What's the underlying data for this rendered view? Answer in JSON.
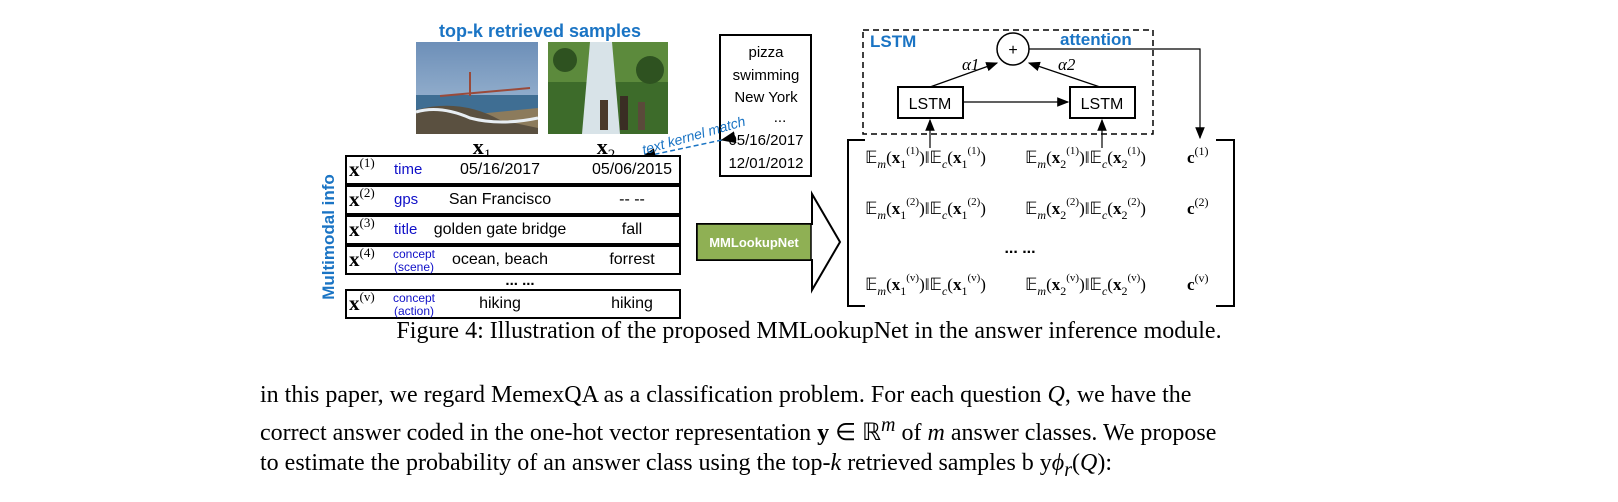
{
  "figure": {
    "samples_title": "top-k retrieved samples",
    "sample_labels": [
      "x",
      "x"
    ],
    "sample_subs": [
      "1",
      "2"
    ],
    "text_box_lines": [
      "pizza",
      "swimming",
      "New York",
      "...",
      "05/16/2017",
      "12/01/2012"
    ],
    "match_label": "text kernel match",
    "side_label": "Multimodal info",
    "rows": [
      {
        "sup": "(1)",
        "field": "time",
        "field2": "",
        "v1": "05/16/2017",
        "v2": "05/06/2015"
      },
      {
        "sup": "(2)",
        "field": "gps",
        "field2": "",
        "v1": "San Francisco",
        "v2": "-- --"
      },
      {
        "sup": "(3)",
        "field": "title",
        "field2": "",
        "v1": "golden gate bridge",
        "v2": "fall"
      },
      {
        "sup": "(4)",
        "field": "concept",
        "field2": "(scene)",
        "v1": "ocean, beach",
        "v2": "forrest"
      },
      {
        "sup": "(v)",
        "field": "concept",
        "field2": "(action)",
        "v1": "hiking",
        "v2": "hiking"
      }
    ],
    "rows_ellipsis": "... ...",
    "mmlookup_label": "MMLookupNet",
    "lstm_box_title": "LSTM",
    "attention_label": "attention",
    "plus_symbol": "+",
    "lstm_cell_label": "LSTM",
    "alpha_labels": [
      "α1",
      "α2"
    ],
    "matrix_sups": [
      "(1)",
      "(2)",
      "(v)"
    ],
    "matrix_ellipsis": "... ...",
    "colors": {
      "blue": "#1a74c4",
      "green": "#8fb054",
      "field_blue": "#1010c8"
    }
  },
  "caption": "Figure 4: Illustration of the proposed MMLookupNet in the answer inference module.",
  "body": {
    "line1_a": "in this paper, we regard MemexQA as a classification problem. For each question ",
    "line1_q": "Q",
    "line1_b": ", we have the",
    "line2_a": "correct answer coded in the one-hot vector representation ",
    "line2_y": "y",
    "line2_in": " ∈ ℝ",
    "line2_m": "m",
    "line2_b": " of ",
    "line2_m2": "m",
    "line2_c": " answer classes. We propose",
    "line3_a": "to estimate the probability of an answer class using the top-",
    "line3_k": "k",
    "line3_b": " retrieved samples b y",
    "line3_phi": "ϕ",
    "line3_r": "r",
    "line3_c": "(",
    "line3_q": "Q",
    "line3_d": "):"
  }
}
